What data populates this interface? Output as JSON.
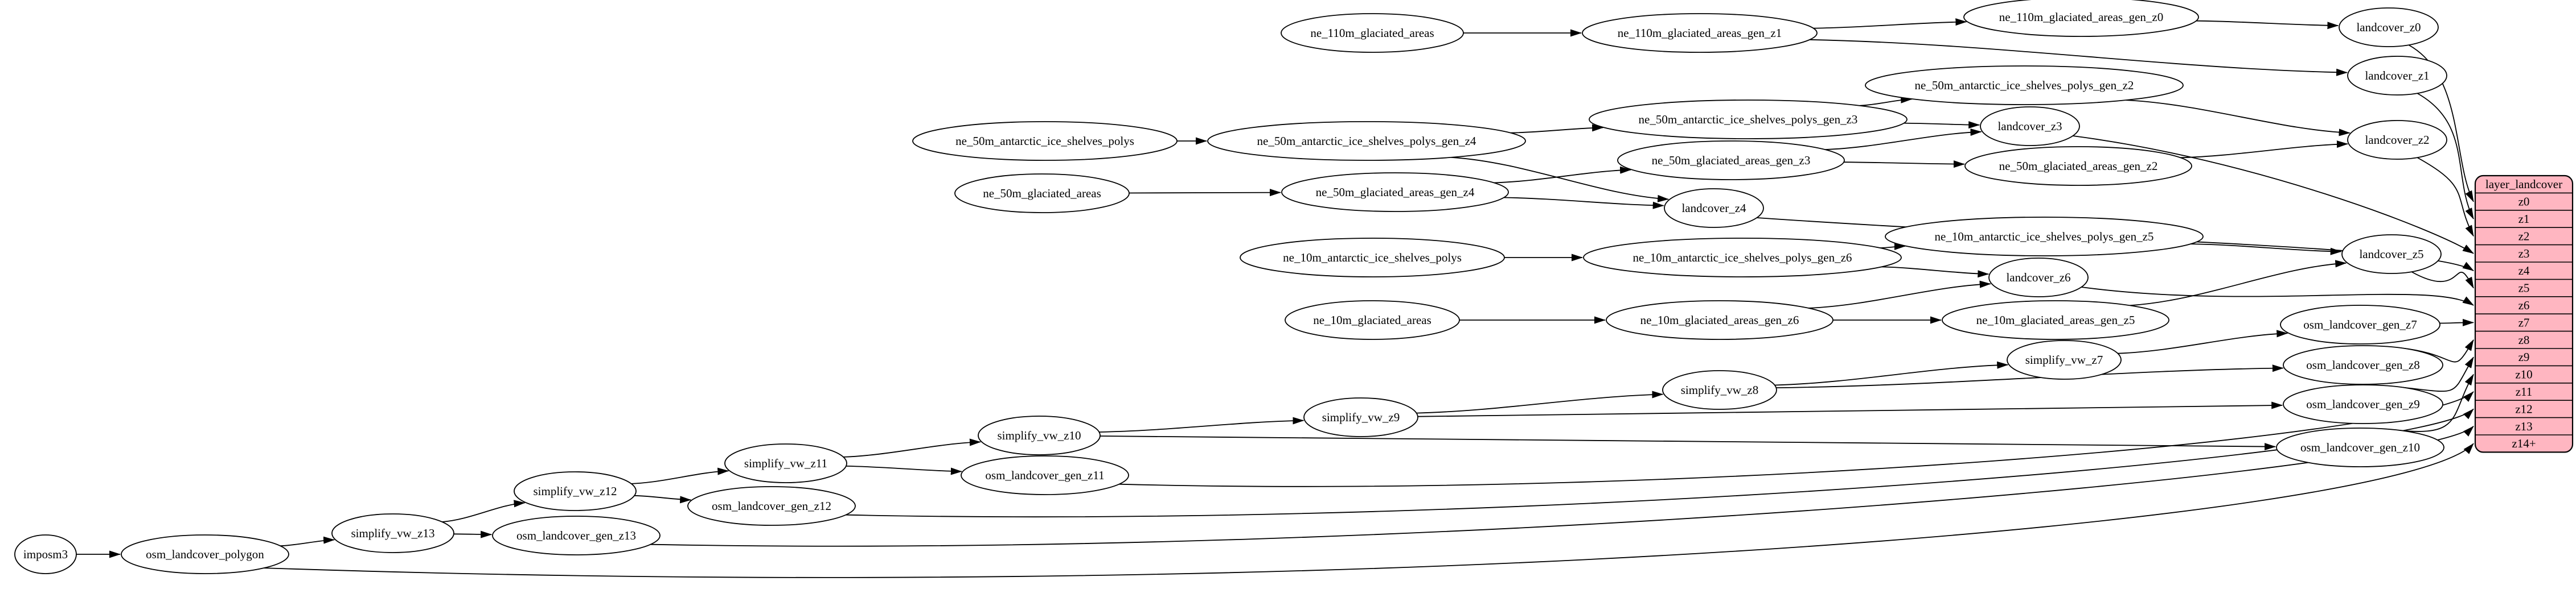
{
  "graph": {
    "nodes": [
      {
        "id": "imposm3",
        "label": "imposm3"
      },
      {
        "id": "osm_landcover_polygon",
        "label": "osm_landcover_polygon"
      },
      {
        "id": "simplify_vw_z13",
        "label": "simplify_vw_z13"
      },
      {
        "id": "osm_landcover_gen_z13",
        "label": "osm_landcover_gen_z13"
      },
      {
        "id": "simplify_vw_z12",
        "label": "simplify_vw_z12"
      },
      {
        "id": "osm_landcover_gen_z12",
        "label": "osm_landcover_gen_z12"
      },
      {
        "id": "simplify_vw_z11",
        "label": "simplify_vw_z11"
      },
      {
        "id": "osm_landcover_gen_z11",
        "label": "osm_landcover_gen_z11"
      },
      {
        "id": "simplify_vw_z10",
        "label": "simplify_vw_z10"
      },
      {
        "id": "osm_landcover_gen_z10",
        "label": "osm_landcover_gen_z10"
      },
      {
        "id": "simplify_vw_z9",
        "label": "simplify_vw_z9"
      },
      {
        "id": "osm_landcover_gen_z9",
        "label": "osm_landcover_gen_z9"
      },
      {
        "id": "simplify_vw_z8",
        "label": "simplify_vw_z8"
      },
      {
        "id": "osm_landcover_gen_z8",
        "label": "osm_landcover_gen_z8"
      },
      {
        "id": "simplify_vw_z7",
        "label": "simplify_vw_z7"
      },
      {
        "id": "osm_landcover_gen_z7",
        "label": "osm_landcover_gen_z7"
      },
      {
        "id": "ne_110m_glaciated_areas",
        "label": "ne_110m_glaciated_areas"
      },
      {
        "id": "ne_110m_glaciated_areas_gen_z1",
        "label": "ne_110m_glaciated_areas_gen_z1"
      },
      {
        "id": "ne_110m_glaciated_areas_gen_z0",
        "label": "ne_110m_glaciated_areas_gen_z0"
      },
      {
        "id": "landcover_z0",
        "label": "landcover_z0"
      },
      {
        "id": "landcover_z1",
        "label": "landcover_z1"
      },
      {
        "id": "ne_50m_antarctic_ice_shelves_polys",
        "label": "ne_50m_antarctic_ice_shelves_polys"
      },
      {
        "id": "ne_50m_antarctic_ice_shelves_polys_gen_z4",
        "label": "ne_50m_antarctic_ice_shelves_polys_gen_z4"
      },
      {
        "id": "ne_50m_antarctic_ice_shelves_polys_gen_z3",
        "label": "ne_50m_antarctic_ice_shelves_polys_gen_z3"
      },
      {
        "id": "ne_50m_antarctic_ice_shelves_polys_gen_z2",
        "label": "ne_50m_antarctic_ice_shelves_polys_gen_z2"
      },
      {
        "id": "landcover_z2",
        "label": "landcover_z2"
      },
      {
        "id": "landcover_z3",
        "label": "landcover_z3"
      },
      {
        "id": "ne_50m_glaciated_areas",
        "label": "ne_50m_glaciated_areas"
      },
      {
        "id": "ne_50m_glaciated_areas_gen_z4",
        "label": "ne_50m_glaciated_areas_gen_z4"
      },
      {
        "id": "ne_50m_glaciated_areas_gen_z3",
        "label": "ne_50m_glaciated_areas_gen_z3"
      },
      {
        "id": "ne_50m_glaciated_areas_gen_z2",
        "label": "ne_50m_glaciated_areas_gen_z2"
      },
      {
        "id": "landcover_z4",
        "label": "landcover_z4"
      },
      {
        "id": "ne_10m_antarctic_ice_shelves_polys",
        "label": "ne_10m_antarctic_ice_shelves_polys"
      },
      {
        "id": "ne_10m_antarctic_ice_shelves_polys_gen_z6",
        "label": "ne_10m_antarctic_ice_shelves_polys_gen_z6"
      },
      {
        "id": "ne_10m_antarctic_ice_shelves_polys_gen_z5",
        "label": "ne_10m_antarctic_ice_shelves_polys_gen_z5"
      },
      {
        "id": "landcover_z5",
        "label": "landcover_z5"
      },
      {
        "id": "landcover_z6",
        "label": "landcover_z6"
      },
      {
        "id": "ne_10m_glaciated_areas",
        "label": "ne_10m_glaciated_areas"
      },
      {
        "id": "ne_10m_glaciated_areas_gen_z6",
        "label": "ne_10m_glaciated_areas_gen_z6"
      },
      {
        "id": "ne_10m_glaciated_areas_gen_z5",
        "label": "ne_10m_glaciated_areas_gen_z5"
      }
    ],
    "edges": [
      {
        "from": "imposm3",
        "to": "osm_landcover_polygon"
      },
      {
        "from": "osm_landcover_polygon",
        "to": "simplify_vw_z13"
      },
      {
        "from": "osm_landcover_polygon",
        "to": "layer_landcover:z14+"
      },
      {
        "from": "simplify_vw_z13",
        "to": "simplify_vw_z12"
      },
      {
        "from": "simplify_vw_z13",
        "to": "osm_landcover_gen_z13"
      },
      {
        "from": "osm_landcover_gen_z13",
        "to": "layer_landcover:z13"
      },
      {
        "from": "simplify_vw_z12",
        "to": "simplify_vw_z11"
      },
      {
        "from": "simplify_vw_z12",
        "to": "osm_landcover_gen_z12"
      },
      {
        "from": "osm_landcover_gen_z12",
        "to": "layer_landcover:z12"
      },
      {
        "from": "simplify_vw_z11",
        "to": "simplify_vw_z10"
      },
      {
        "from": "simplify_vw_z11",
        "to": "osm_landcover_gen_z11"
      },
      {
        "from": "osm_landcover_gen_z11",
        "to": "layer_landcover:z11"
      },
      {
        "from": "simplify_vw_z10",
        "to": "simplify_vw_z9"
      },
      {
        "from": "simplify_vw_z10",
        "to": "osm_landcover_gen_z10"
      },
      {
        "from": "osm_landcover_gen_z10",
        "to": "layer_landcover:z10"
      },
      {
        "from": "simplify_vw_z9",
        "to": "simplify_vw_z8"
      },
      {
        "from": "simplify_vw_z9",
        "to": "osm_landcover_gen_z9"
      },
      {
        "from": "osm_landcover_gen_z9",
        "to": "layer_landcover:z9"
      },
      {
        "from": "simplify_vw_z8",
        "to": "simplify_vw_z7"
      },
      {
        "from": "simplify_vw_z8",
        "to": "osm_landcover_gen_z8"
      },
      {
        "from": "osm_landcover_gen_z8",
        "to": "layer_landcover:z8"
      },
      {
        "from": "simplify_vw_z7",
        "to": "osm_landcover_gen_z7"
      },
      {
        "from": "osm_landcover_gen_z7",
        "to": "layer_landcover:z7"
      },
      {
        "from": "ne_110m_glaciated_areas",
        "to": "ne_110m_glaciated_areas_gen_z1"
      },
      {
        "from": "ne_110m_glaciated_areas_gen_z1",
        "to": "ne_110m_glaciated_areas_gen_z0"
      },
      {
        "from": "ne_110m_glaciated_areas_gen_z1",
        "to": "landcover_z1"
      },
      {
        "from": "ne_110m_glaciated_areas_gen_z0",
        "to": "landcover_z0"
      },
      {
        "from": "landcover_z0",
        "to": "layer_landcover:z0"
      },
      {
        "from": "landcover_z1",
        "to": "layer_landcover:z1"
      },
      {
        "from": "ne_50m_antarctic_ice_shelves_polys",
        "to": "ne_50m_antarctic_ice_shelves_polys_gen_z4"
      },
      {
        "from": "ne_50m_antarctic_ice_shelves_polys_gen_z4",
        "to": "ne_50m_antarctic_ice_shelves_polys_gen_z3"
      },
      {
        "from": "ne_50m_antarctic_ice_shelves_polys_gen_z4",
        "to": "landcover_z4"
      },
      {
        "from": "ne_50m_antarctic_ice_shelves_polys_gen_z3",
        "to": "ne_50m_antarctic_ice_shelves_polys_gen_z2"
      },
      {
        "from": "ne_50m_antarctic_ice_shelves_polys_gen_z3",
        "to": "landcover_z3"
      },
      {
        "from": "ne_50m_antarctic_ice_shelves_polys_gen_z2",
        "to": "landcover_z2"
      },
      {
        "from": "ne_50m_glaciated_areas",
        "to": "ne_50m_glaciated_areas_gen_z4"
      },
      {
        "from": "ne_50m_glaciated_areas_gen_z4",
        "to": "ne_50m_glaciated_areas_gen_z3"
      },
      {
        "from": "ne_50m_glaciated_areas_gen_z4",
        "to": "landcover_z4"
      },
      {
        "from": "ne_50m_glaciated_areas_gen_z3",
        "to": "ne_50m_glaciated_areas_gen_z2"
      },
      {
        "from": "ne_50m_glaciated_areas_gen_z3",
        "to": "landcover_z3"
      },
      {
        "from": "ne_50m_glaciated_areas_gen_z2",
        "to": "landcover_z2"
      },
      {
        "from": "landcover_z2",
        "to": "layer_landcover:z2"
      },
      {
        "from": "landcover_z3",
        "to": "layer_landcover:z3"
      },
      {
        "from": "landcover_z4",
        "to": "layer_landcover:z4"
      },
      {
        "from": "ne_10m_antarctic_ice_shelves_polys",
        "to": "ne_10m_antarctic_ice_shelves_polys_gen_z6"
      },
      {
        "from": "ne_10m_antarctic_ice_shelves_polys_gen_z6",
        "to": "ne_10m_antarctic_ice_shelves_polys_gen_z5"
      },
      {
        "from": "ne_10m_antarctic_ice_shelves_polys_gen_z6",
        "to": "landcover_z6"
      },
      {
        "from": "ne_10m_antarctic_ice_shelves_polys_gen_z5",
        "to": "landcover_z5"
      },
      {
        "from": "ne_10m_glaciated_areas",
        "to": "ne_10m_glaciated_areas_gen_z6"
      },
      {
        "from": "ne_10m_glaciated_areas_gen_z6",
        "to": "ne_10m_glaciated_areas_gen_z5"
      },
      {
        "from": "ne_10m_glaciated_areas_gen_z6",
        "to": "landcover_z6"
      },
      {
        "from": "ne_10m_glaciated_areas_gen_z5",
        "to": "landcover_z5"
      },
      {
        "from": "landcover_z5",
        "to": "layer_landcover:z5"
      },
      {
        "from": "landcover_z6",
        "to": "layer_landcover:z6"
      }
    ],
    "table": {
      "title": "layer_landcover",
      "rows": [
        "z0",
        "z1",
        "z2",
        "z3",
        "z4",
        "z5",
        "z6",
        "z7",
        "z8",
        "z9",
        "z10",
        "z11",
        "z12",
        "z13",
        "z14+"
      ]
    },
    "colors": {
      "table_fill": "#ffb6c1",
      "node_fill": "#ffffff",
      "stroke": "#000000",
      "background": "#ffffff"
    }
  }
}
